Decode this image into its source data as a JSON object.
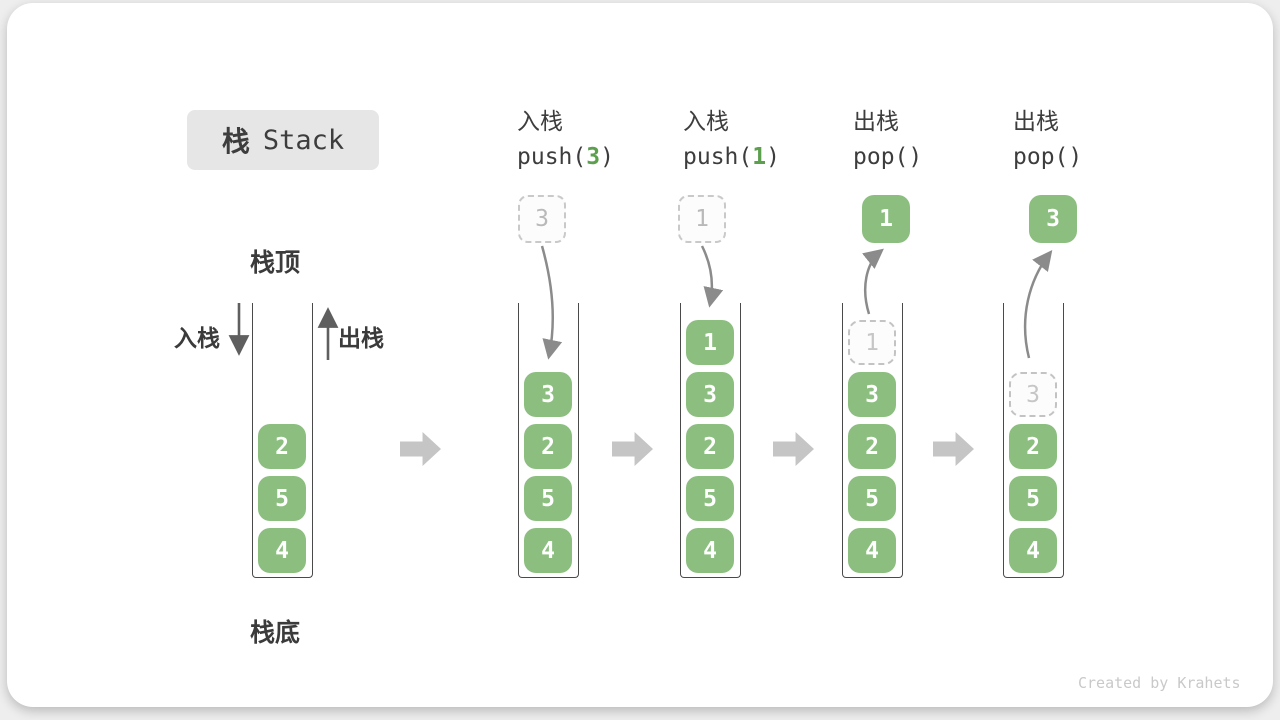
{
  "title": {
    "zh": "栈",
    "en": "Stack"
  },
  "side_labels": {
    "stack_top": "栈顶",
    "stack_bottom": "栈底",
    "push": "入栈",
    "pop": "出栈"
  },
  "operations": [
    {
      "name": "入栈",
      "code_pre": "push(",
      "arg": "3",
      "code_post": ")"
    },
    {
      "name": "入栈",
      "code_pre": "push(",
      "arg": "1",
      "code_post": ")"
    },
    {
      "name": "出栈",
      "code_pre": "pop(",
      "arg": "",
      "code_post": ")"
    },
    {
      "name": "出栈",
      "code_pre": "pop(",
      "arg": "",
      "code_post": ")"
    }
  ],
  "floating_boxes": [
    {
      "value": "3",
      "style": "dashed"
    },
    {
      "value": "1",
      "style": "dashed"
    },
    {
      "value": "1",
      "style": "solid"
    },
    {
      "value": "3",
      "style": "solid"
    }
  ],
  "stacks": [
    {
      "items_top_to_bottom": [
        {
          "value": "2",
          "style": "solid"
        },
        {
          "value": "5",
          "style": "solid"
        },
        {
          "value": "4",
          "style": "solid"
        }
      ]
    },
    {
      "items_top_to_bottom": [
        {
          "value": "3",
          "style": "solid"
        },
        {
          "value": "2",
          "style": "solid"
        },
        {
          "value": "5",
          "style": "solid"
        },
        {
          "value": "4",
          "style": "solid"
        }
      ]
    },
    {
      "items_top_to_bottom": [
        {
          "value": "1",
          "style": "solid"
        },
        {
          "value": "3",
          "style": "solid"
        },
        {
          "value": "2",
          "style": "solid"
        },
        {
          "value": "5",
          "style": "solid"
        },
        {
          "value": "4",
          "style": "solid"
        }
      ]
    },
    {
      "items_top_to_bottom": [
        {
          "value": "1",
          "style": "dashed"
        },
        {
          "value": "3",
          "style": "solid"
        },
        {
          "value": "2",
          "style": "solid"
        },
        {
          "value": "5",
          "style": "solid"
        },
        {
          "value": "4",
          "style": "solid"
        }
      ]
    },
    {
      "items_top_to_bottom": [
        {
          "value": "3",
          "style": "dashed"
        },
        {
          "value": "2",
          "style": "solid"
        },
        {
          "value": "5",
          "style": "solid"
        },
        {
          "value": "4",
          "style": "solid"
        }
      ]
    }
  ],
  "watermark": "Created by Krahets",
  "colors": {
    "item_green": "#8cbe80",
    "code_arg_green": "#5ca04f",
    "text_dark": "#3d3d3d",
    "curved_arrow_gray": "#8b8b8b",
    "block_arrow_gray": "#c5c5c5",
    "dashed_border_gray": "#c9c9c9",
    "title_bg": "#e6e6e6",
    "watermark_gray": "#c9c9c9"
  }
}
